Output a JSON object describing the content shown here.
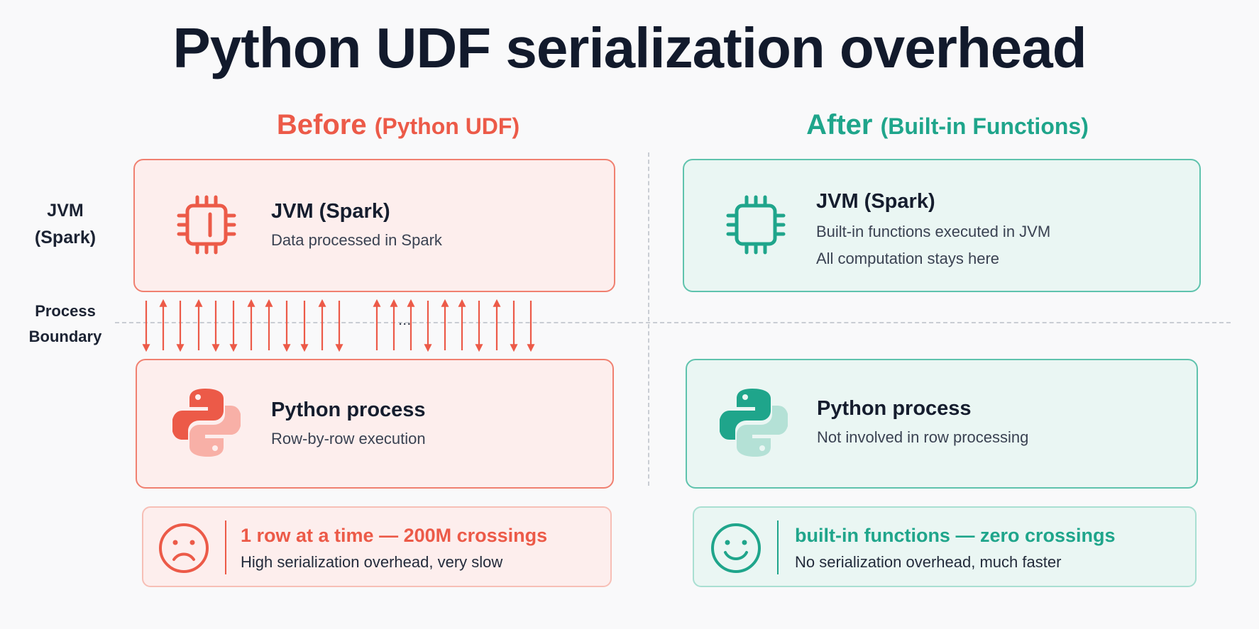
{
  "title": "Python UDF serialization overhead",
  "colors": {
    "before": "#ec5a48",
    "after": "#1fa58b",
    "text": "#151d2e"
  },
  "row_labels": {
    "jvm_line1": "JVM",
    "jvm_line2": "(Spark)",
    "boundary_line1": "Process",
    "boundary_line2": "Boundary"
  },
  "before": {
    "heading": "Before",
    "heading_sub": "(Python UDF)",
    "jvm": {
      "icon": "cpu-chip-icon",
      "title": "JVM (Spark)",
      "desc": "Data processed in Spark"
    },
    "python": {
      "icon": "python-logo-icon",
      "title": "Python process",
      "desc": "Row-by-row execution"
    },
    "ellipsis": "...",
    "summary": {
      "icon": "sad-face-icon",
      "headline": "1 row at a time — 200M crossings",
      "desc": "High serialization overhead, very slow"
    }
  },
  "after": {
    "heading": "After",
    "heading_sub": "(Built-in Functions)",
    "jvm": {
      "icon": "cpu-chip-icon",
      "title": "JVM (Spark)",
      "desc1": "Built-in functions executed in JVM",
      "desc2": "All computation stays here"
    },
    "python": {
      "icon": "python-logo-icon",
      "title": "Python process",
      "desc": "Not involved in row processing"
    },
    "summary": {
      "icon": "happy-face-icon",
      "headline": "built-in functions — zero crossings",
      "desc": "No serialization overhead, much faster"
    }
  }
}
